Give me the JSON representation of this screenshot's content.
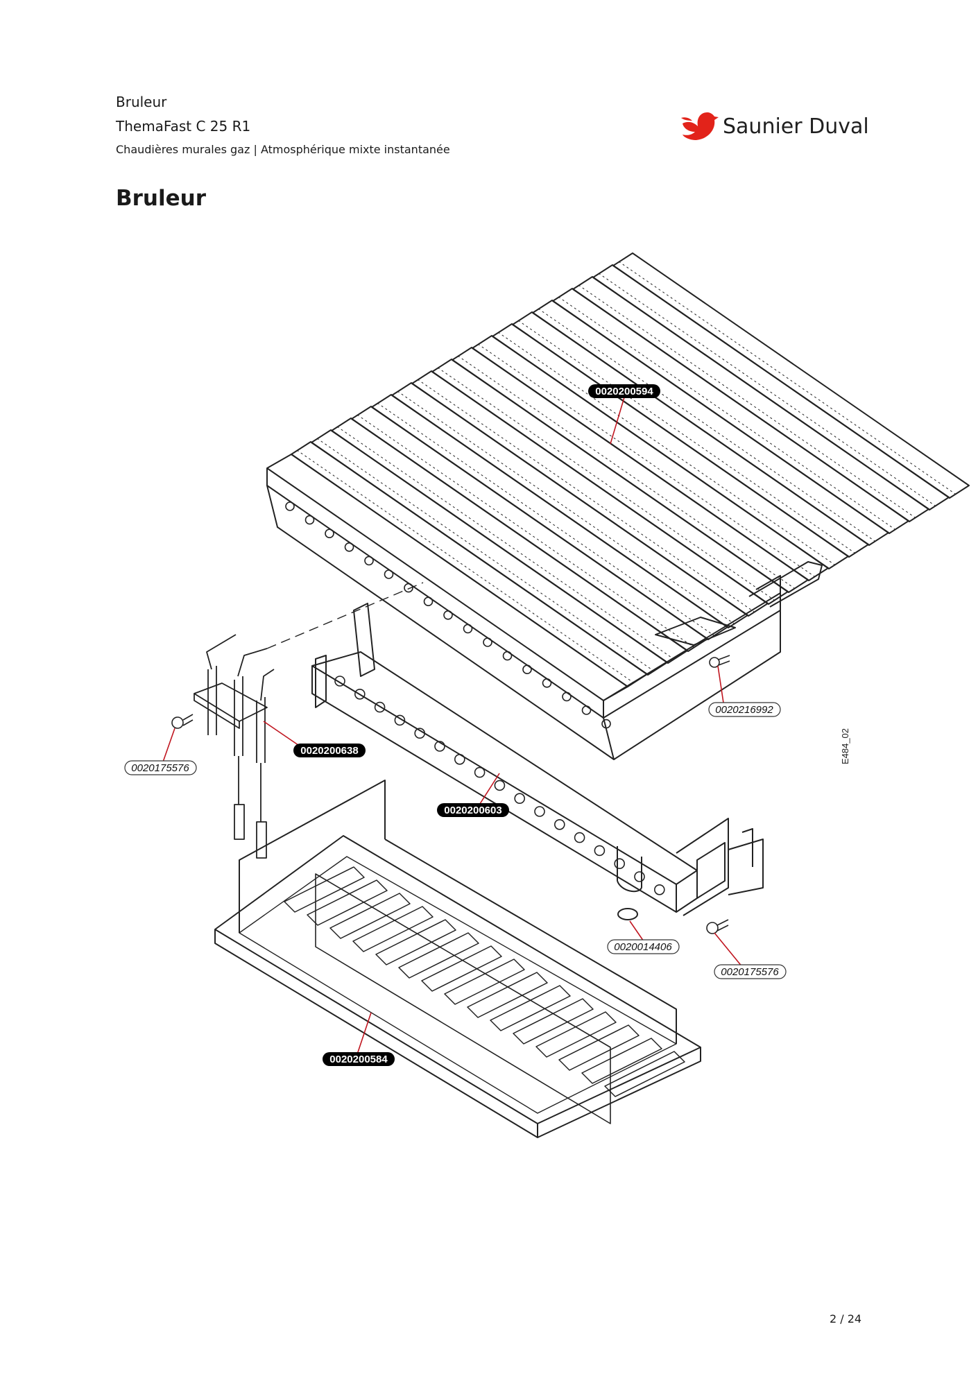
{
  "header": {
    "category": "Bruleur",
    "model": "ThemaFast C 25 R1",
    "subtitle": "Chaudières murales gaz | Atmosphérique mixte instantanée"
  },
  "brand": {
    "name": "Saunier Duval",
    "logo_icon": "bird-logo-icon",
    "accent_color": "#e2231a"
  },
  "page_title": "Bruleur",
  "diagram": {
    "figure_code": "E484_02",
    "part_labels": [
      "0020200594",
      "0020216992",
      "0020200638",
      "0020175576",
      "0020200603",
      "0020014406",
      "0020175576",
      "0020200584"
    ]
  },
  "footer": {
    "page": "2 / 24"
  }
}
